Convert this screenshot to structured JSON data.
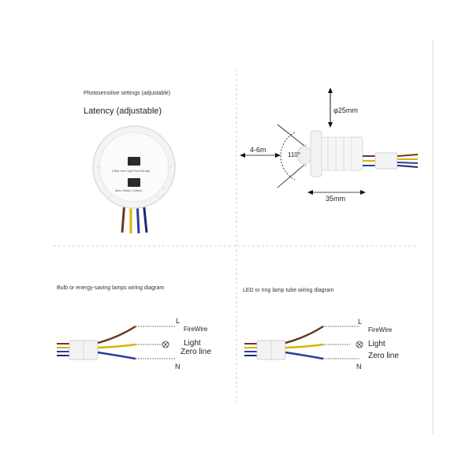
{
  "top_left": {
    "photo_label": "Photosensitive settings (adjustable)",
    "latency_label": "Latency (adjustable)",
    "dial_text": "Clear sen Light Sun All day",
    "dial_text2": "5sec 40sec 120sec"
  },
  "top_right": {
    "diameter": "φ25mm",
    "range": "4-6m",
    "angle": "110°",
    "length": "35mm"
  },
  "diagram_bulb": {
    "title": "Bulb or energy-saving lamps wiring diagram",
    "l": "L",
    "firewire": "FireWire",
    "light": "Light",
    "zero": "Zero line",
    "n": "N"
  },
  "diagram_led": {
    "title": "LED or ring lamp tube wiring diagram",
    "l": "L",
    "firewire": "FireWire",
    "light": "Light",
    "zero": "Zero line",
    "n": "N"
  },
  "colors": {
    "brown": "#6b3a1f",
    "yellow": "#d9b400",
    "blue": "#2a3d9a",
    "dark_blue": "#1c2a6e",
    "divider": "#b5b5b5"
  }
}
